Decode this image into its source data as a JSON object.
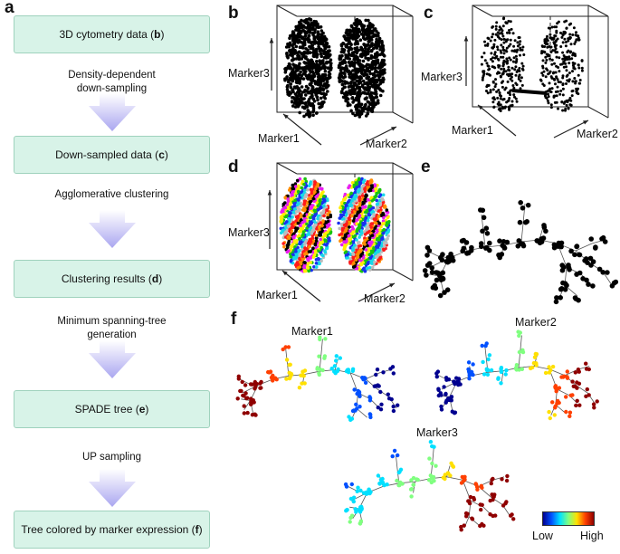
{
  "panels": {
    "a": "a",
    "b": "b",
    "c": "c",
    "d": "d",
    "e": "e",
    "f": "f"
  },
  "flow": {
    "boxes": [
      {
        "text": "3D cytometry data (",
        "ref": "b",
        "close": ")"
      },
      {
        "text": "Down-sampled data (",
        "ref": "c",
        "close": ")"
      },
      {
        "text": "Clustering results (",
        "ref": "d",
        "close": ")"
      },
      {
        "text": "SPADE tree (",
        "ref": "e",
        "close": ")"
      },
      {
        "text": "Tree colored by marker expression (",
        "ref": "f",
        "close": ")"
      }
    ],
    "steps": [
      {
        "line1": "Density-dependent",
        "line2": "down-sampling"
      },
      {
        "line1": "Agglomerative clustering",
        "line2": ""
      },
      {
        "line1": "Minimum spanning-tree",
        "line2": "generation"
      },
      {
        "line1": "UP sampling",
        "line2": ""
      }
    ]
  },
  "axes": {
    "x": "Marker1",
    "y": "Marker2",
    "z": "Marker3"
  },
  "trees": {
    "t1": "Marker1",
    "t2": "Marker2",
    "t3": "Marker3"
  },
  "colorbar": {
    "low": "Low",
    "high": "High"
  },
  "colors": {
    "box_fill": "#d8f3e8",
    "box_border": "#9fd2bd",
    "arrow": "#b6b2f2",
    "cluster_palette": [
      "#000000",
      "#e81cf0",
      "#ffee00",
      "#19c411",
      "#1830f0",
      "#18d8e8",
      "#bdbdbd",
      "#ff1a1a",
      "#ff8c00"
    ],
    "colormap": [
      "#00008f",
      "#0050ff",
      "#00e0ff",
      "#80ff80",
      "#ffe000",
      "#ff4000",
      "#8f0000"
    ]
  }
}
